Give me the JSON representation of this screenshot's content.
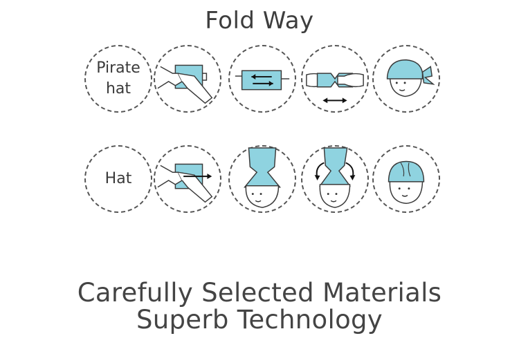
{
  "title": "Fold Way",
  "rows": [
    {
      "label": "Pirate\nhat"
    },
    {
      "label": "Hat"
    }
  ],
  "footer": {
    "line1": "Carefully Selected Materials",
    "line2": "Superb Technology"
  },
  "colors": {
    "fabric": "#8fd3e0",
    "outline": "#3a3a3a",
    "dash": "#555555"
  }
}
